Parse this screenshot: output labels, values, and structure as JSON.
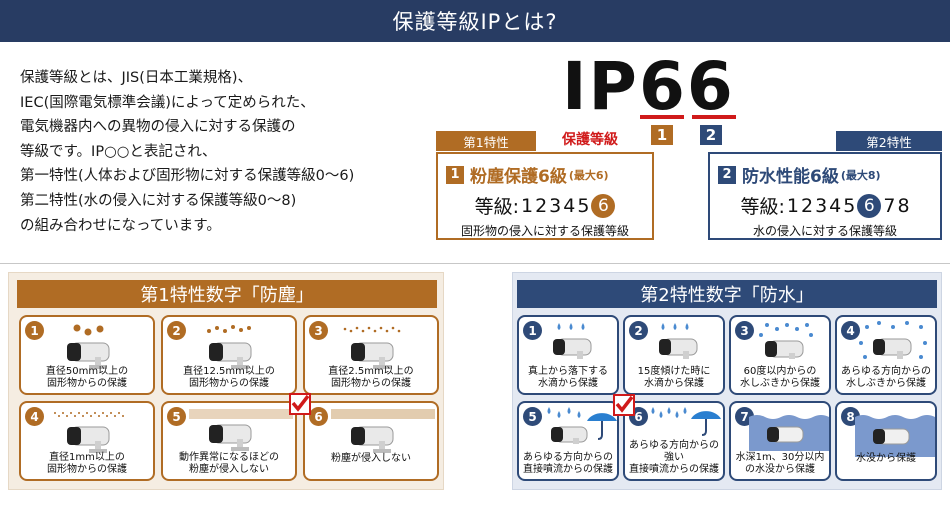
{
  "header": {
    "title": "保護等級IPとは?"
  },
  "intro": {
    "lines": [
      "保護等級とは、JIS(日本工業規格)、",
      "IEC(国際電気標準会議)によって定められた、",
      "電気機器内への異物の侵入に対する保護の",
      "等級です。IP○○と表記され、",
      "第一特性(人体および固形物に対する保護等級0～6)",
      "第二特性(水の侵入に対する保護等級0～8)",
      "の組み合わせになっています。"
    ]
  },
  "ip": {
    "prefix": "IP",
    "digit1": "6",
    "digit2": "6",
    "label": "保護等級",
    "mark1": "1",
    "mark2": "2"
  },
  "first_char": {
    "tag": "第1特性",
    "num": "1",
    "title": "粉塵保護6級",
    "max": "(最大6)",
    "grade_label": "等級:",
    "grades": [
      "1",
      "2",
      "3",
      "4",
      "5",
      "6"
    ],
    "highlight": "6",
    "footer": "固形物の侵入に対する保護等級"
  },
  "second_char": {
    "tag": "第2特性",
    "num": "2",
    "title": "防水性能6級",
    "max": "(最大8)",
    "grade_label": "等級:",
    "grades": [
      "1",
      "2",
      "3",
      "4",
      "5",
      "6",
      "7",
      "8"
    ],
    "highlight": "6",
    "footer": "水の侵入に対する保護等級"
  },
  "dust_panel": {
    "title": "第1特性数字「防塵」",
    "cards": [
      {
        "num": "1",
        "text": "直径50mm以上の\n固形物からの保護"
      },
      {
        "num": "2",
        "text": "直径12.5mm以上の\n固形物からの保護"
      },
      {
        "num": "3",
        "text": "直径2.5mm以上の\n固形物からの保護"
      },
      {
        "num": "4",
        "text": "直径1mm以上の\n固形物からの保護"
      },
      {
        "num": "5",
        "text": "動作異常になるほどの\n粉塵が侵入しない"
      },
      {
        "num": "6",
        "text": "粉塵が侵入しない"
      }
    ]
  },
  "water_panel": {
    "title": "第2特性数字「防水」",
    "cards": [
      {
        "num": "1",
        "text": "真上から落下する\n水滴から保護"
      },
      {
        "num": "2",
        "text": "15度傾けた時に\n水滴から保護"
      },
      {
        "num": "3",
        "text": "60度以内からの\n水しぶきから保護"
      },
      {
        "num": "4",
        "text": "あらゆる方向からの\n水しぶきから保護"
      },
      {
        "num": "5",
        "text": "あらゆる方向からの\n直接噴流からの保護"
      },
      {
        "num": "6",
        "text": "あらゆる方向からの\n強い\n直接噴流からの保護"
      },
      {
        "num": "7",
        "text": "水深1m、30分以内\nの水没から保護"
      },
      {
        "num": "8",
        "text": "水没から保護"
      }
    ]
  },
  "colors": {
    "navy": "#283c63",
    "blue": "#2e4a78",
    "brown": "#b06c24",
    "red": "#d01a1a"
  }
}
